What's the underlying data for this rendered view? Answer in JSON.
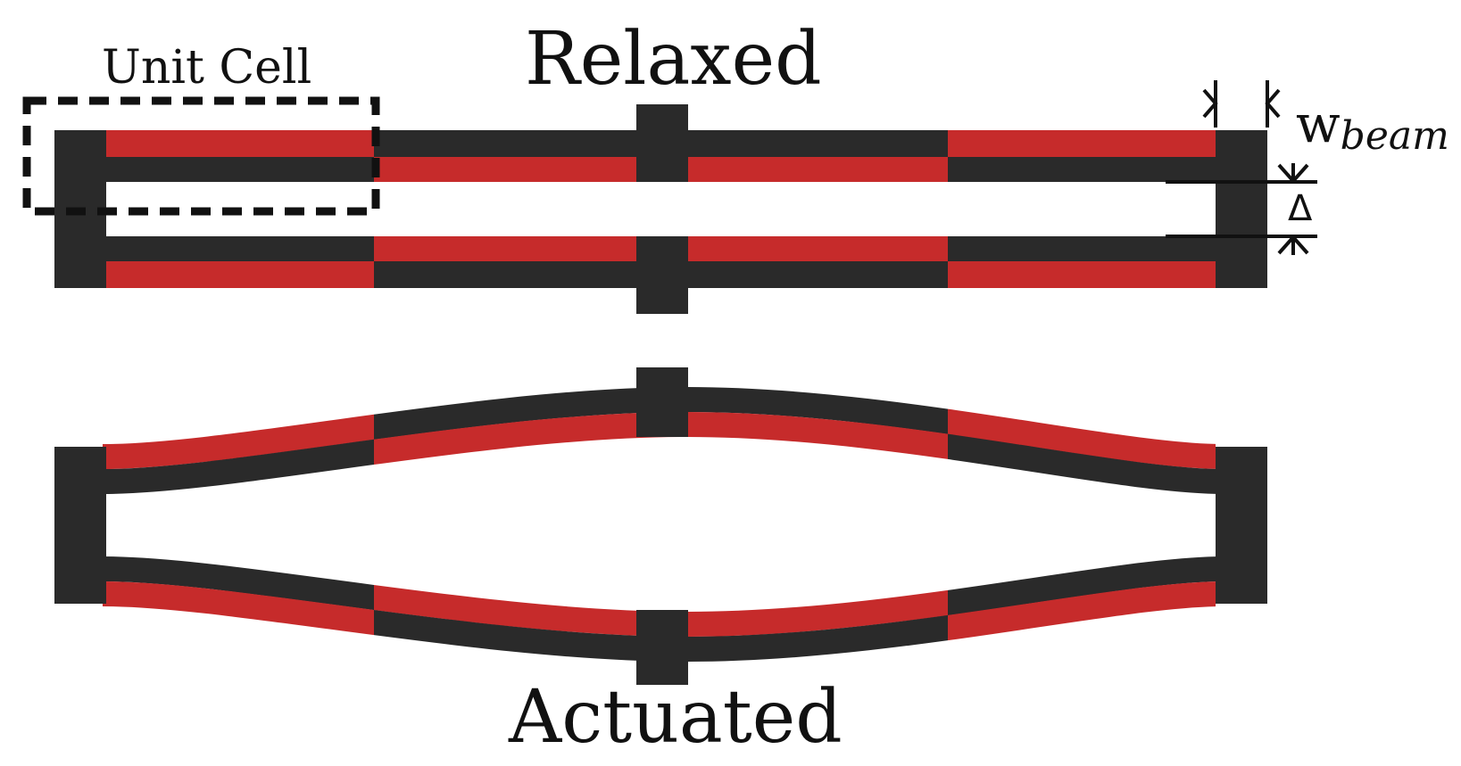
{
  "labels": {
    "relaxed": "Relaxed",
    "actuated": "Actuated",
    "unit_cell": "Unit Cell",
    "w_base": "w",
    "w_subscript": "beam",
    "delta": "Δ"
  },
  "colors": {
    "dark": "#2a2a2a",
    "red": "#c62b2b",
    "background": "#ffffff"
  }
}
